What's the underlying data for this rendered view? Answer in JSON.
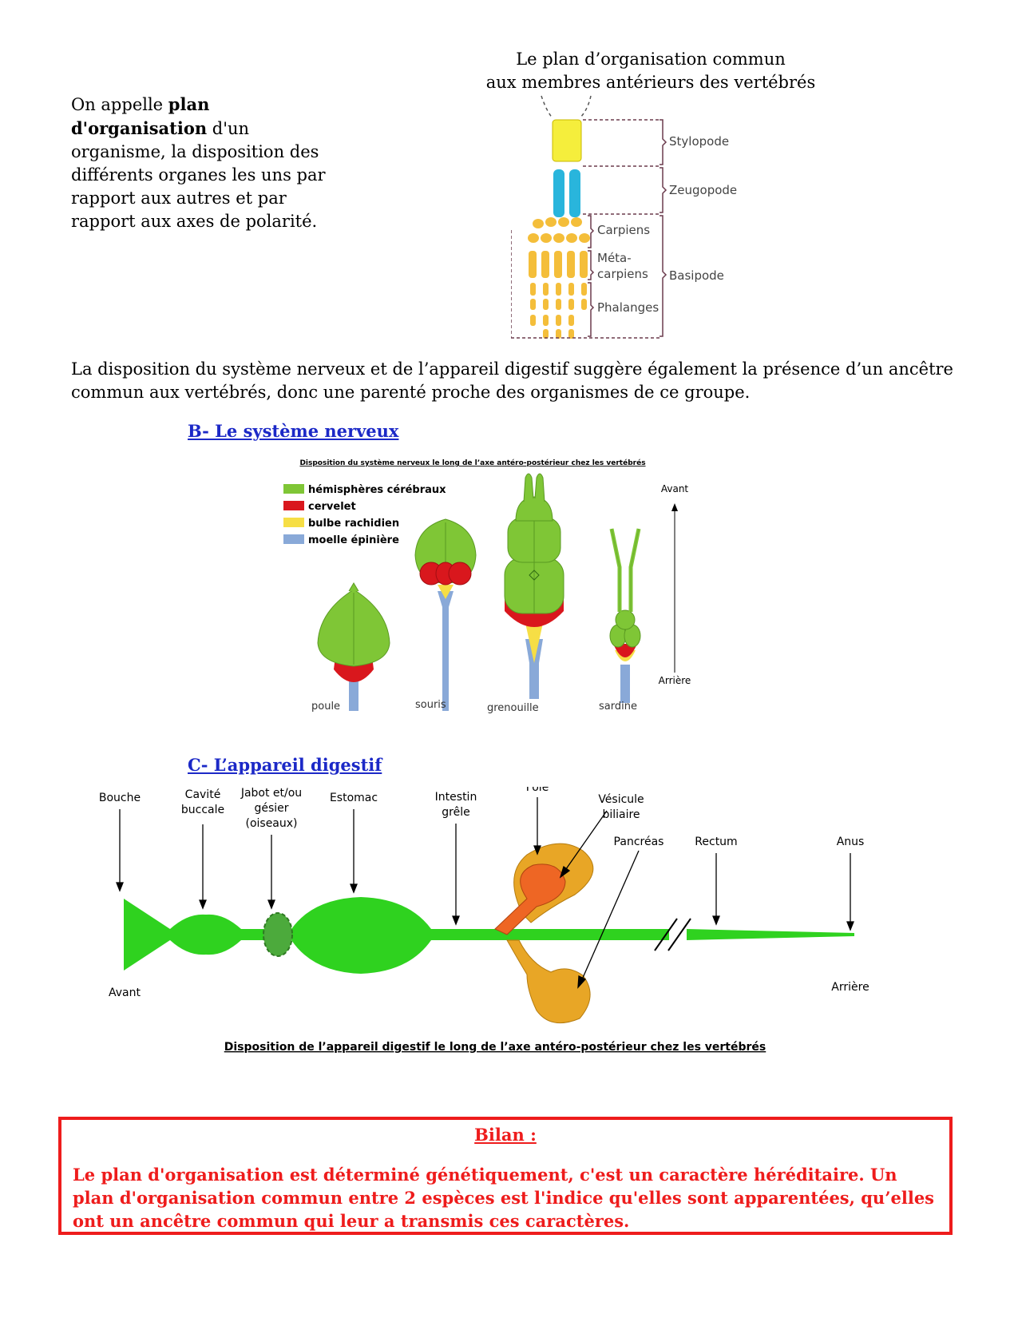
{
  "intro": {
    "prefix": "On appelle ",
    "term": "plan d'organisation",
    "suffix": " d'un organisme, la disposition des différents organes les uns par rapport aux autres et par rapport aux axes de polarité."
  },
  "limb": {
    "title_line1": "Le plan d’organisation commun",
    "title_line2": "aux membres antérieurs des vertébrés",
    "labels": {
      "stylopode": "Stylopode",
      "zeugopode": "Zeugopode",
      "carpiens": "Carpiens",
      "metacarpiens_1": "Méta-",
      "metacarpiens_2": "carpiens",
      "phalanges": "Phalanges",
      "basipode": "Basipode"
    },
    "colors": {
      "stylopode": "#f5ee3c",
      "zeugopode": "#29b5dc",
      "basipode": "#f4be3a",
      "bracket": "#6b3b4d"
    }
  },
  "paragraph": "La disposition du système nerveux et de l’appareil digestif suggère également la présence d’un ancêtre commun aux vertébrés, donc une parenté proche des organismes de ce groupe.",
  "section_b": {
    "heading": "B- Le système nerveux",
    "figure_title": "Disposition du système nerveux le long de l’axe antéro-postérieur chez les vertébrés",
    "legend": [
      {
        "label": "hémisphères cérébraux",
        "color": "#7fc636"
      },
      {
        "label": "cervelet",
        "color": "#d9171d"
      },
      {
        "label": "bulbe rachidien",
        "color": "#f6de45"
      },
      {
        "label": "moelle épinière",
        "color": "#89a9d8"
      }
    ],
    "animals": [
      "poule",
      "souris",
      "grenouille",
      "sardine"
    ],
    "axis": {
      "front": "Avant",
      "back": "Arrière"
    }
  },
  "section_c": {
    "heading": "C- L’appareil digestif",
    "labels": {
      "bouche": "Bouche",
      "cavite_1": "Cavité",
      "cavite_2": "buccale",
      "jabot_1": "Jabot et/ou",
      "jabot_2": "gésier",
      "jabot_3": "(oiseaux)",
      "estomac": "Estomac",
      "intestin_1": "Intestin",
      "intestin_2": "grêle",
      "foie": "Foie",
      "vesicule_1": "Vésicule",
      "vesicule_2": "biliaire",
      "pancreas": "Pancréas",
      "rectum": "Rectum",
      "anus": "Anus",
      "avant": "Avant",
      "arriere": "Arrière"
    },
    "caption": "Disposition de l’appareil digestif le long de l’axe antéro-postérieur chez les vertébrés",
    "colors": {
      "tube": "#2fd21f",
      "jabot": "#4caa3c",
      "liver": "#e8a626",
      "gallbladder": "#ee6624"
    }
  },
  "bilan": {
    "title": "Bilan :",
    "text": "Le plan d'organisation est déterminé génétiquement, c'est un caractère héréditaire. Un plan d'organisation commun entre 2 espèces est l'indice qu'elles sont apparentées, qu’elles ont un ancêtre commun qui leur a transmis ces caractères."
  }
}
